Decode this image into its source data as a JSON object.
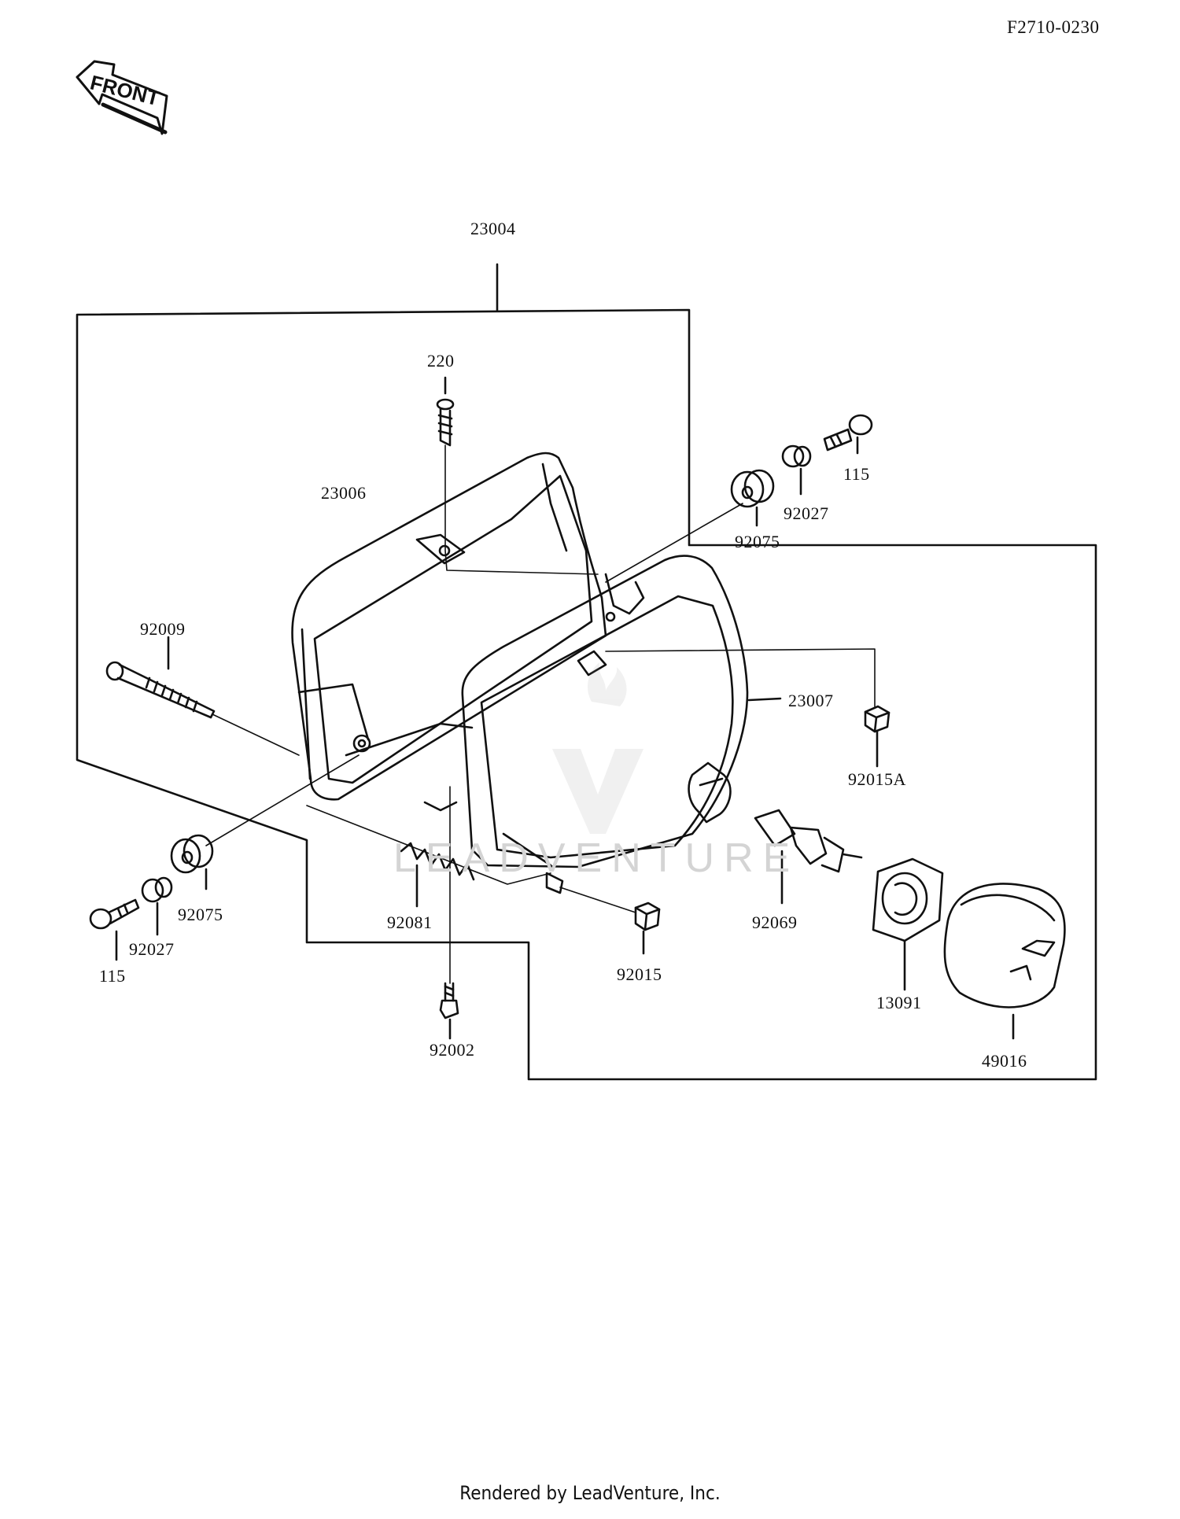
{
  "figure_ref": "F2710-0230",
  "front_label": "FRONT",
  "footer": "Rendered by LeadVenture, Inc.",
  "watermark": "LEADVENTURE",
  "callouts": {
    "c23004": "23004",
    "c220": "220",
    "c23006": "23006",
    "c115_top": "115",
    "c92027_top": "92027",
    "c92075_top": "92075",
    "c92009": "92009",
    "c23007": "23007",
    "c92015A": "92015A",
    "c92075_left": "92075",
    "c92027_left": "92027",
    "c115_left": "115",
    "c92081": "92081",
    "c92015": "92015",
    "c92069": "92069",
    "c13091": "13091",
    "c92002": "92002",
    "c49016": "49016"
  }
}
